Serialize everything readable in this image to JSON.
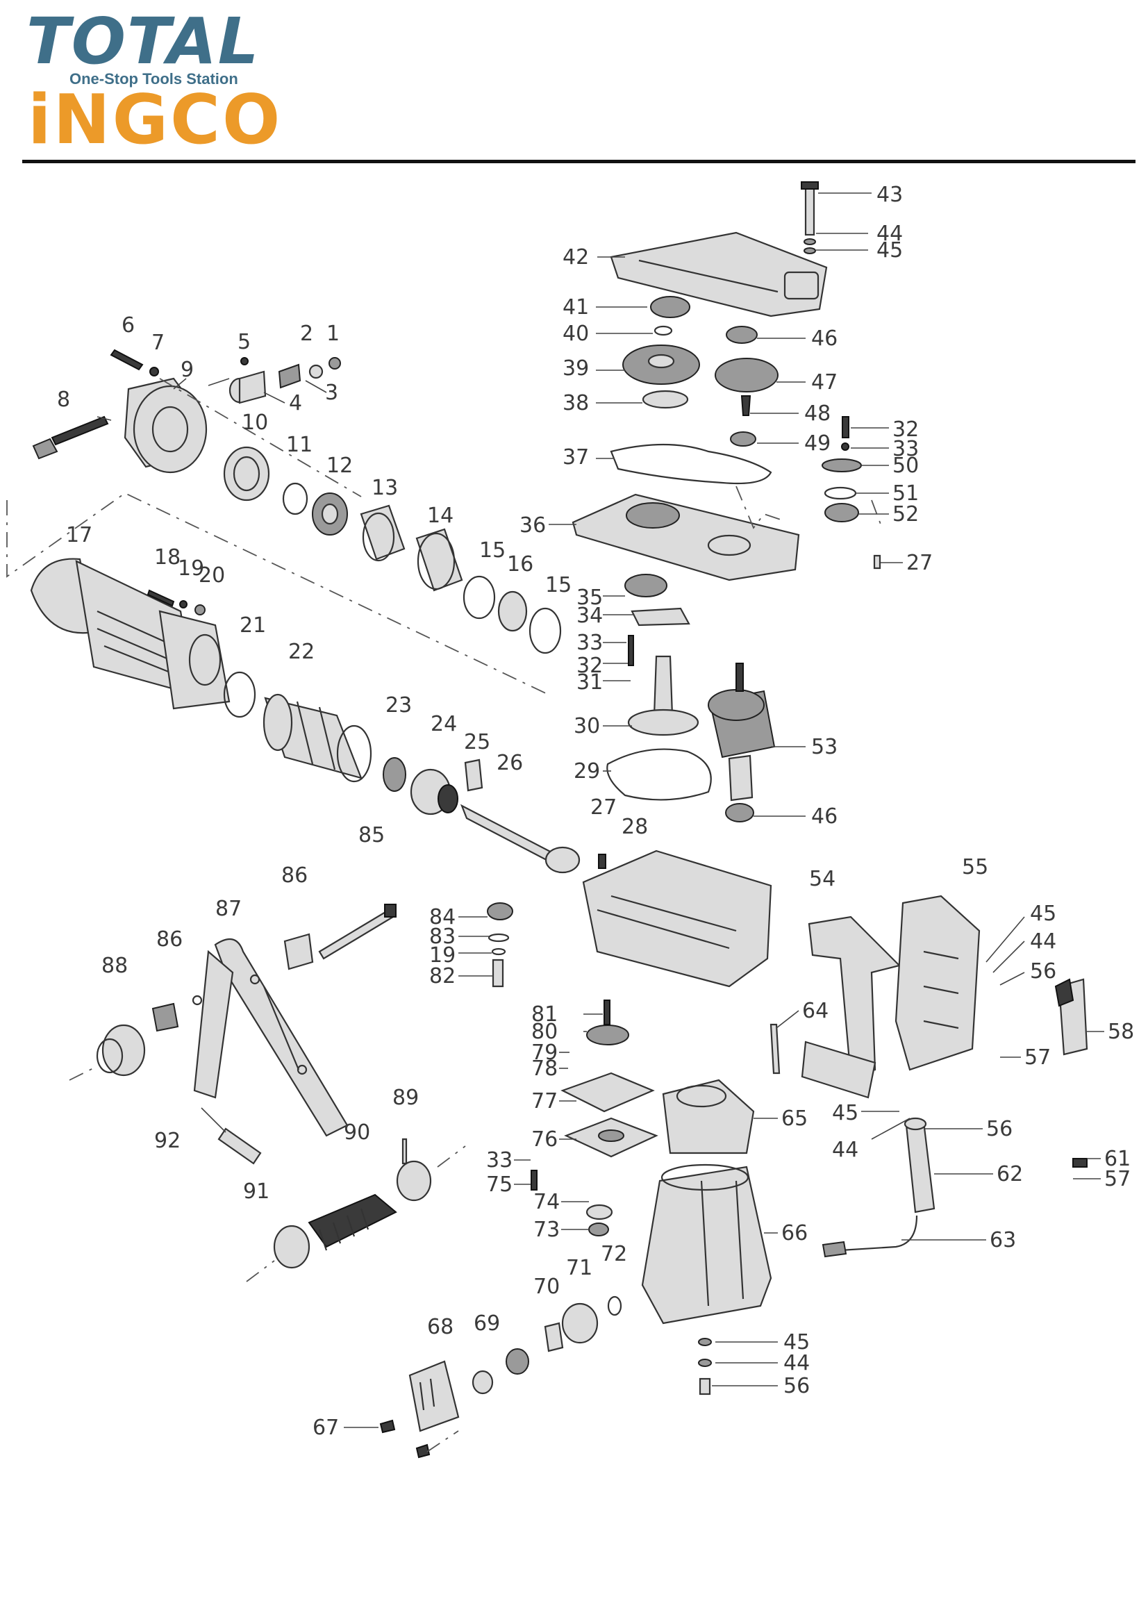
{
  "brand": {
    "logo_primary": "TOTAL",
    "tagline": "One-Stop Tools Station",
    "logo_secondary": "iNGCO",
    "primary_color": "#3f6f89",
    "secondary_color": "#ec9a29"
  },
  "diagram": {
    "type": "exploded parts view",
    "part_labels": [
      "1",
      "2",
      "3",
      "4",
      "5",
      "6",
      "7",
      "8",
      "9",
      "10",
      "11",
      "12",
      "13",
      "14",
      "15",
      "15",
      "16",
      "17",
      "18",
      "19",
      "20",
      "21",
      "22",
      "23",
      "24",
      "25",
      "26",
      "27",
      "27",
      "28",
      "29",
      "30",
      "31",
      "32",
      "32",
      "33",
      "33",
      "33",
      "34",
      "35",
      "36",
      "37",
      "38",
      "39",
      "40",
      "41",
      "42",
      "43",
      "44",
      "44",
      "44",
      "44",
      "45",
      "45",
      "45",
      "45",
      "46",
      "46",
      "47",
      "48",
      "49",
      "50",
      "51",
      "52",
      "53",
      "54",
      "55",
      "56",
      "56",
      "56",
      "56",
      "57",
      "57",
      "58",
      "61",
      "62",
      "63",
      "64",
      "65",
      "66",
      "67",
      "68",
      "69",
      "70",
      "71",
      "72",
      "73",
      "74",
      "75",
      "76",
      "77",
      "78",
      "79",
      "80",
      "81",
      "82",
      "83",
      "84",
      "19",
      "85",
      "86",
      "86",
      "87",
      "88",
      "89",
      "90",
      "91",
      "92"
    ]
  }
}
